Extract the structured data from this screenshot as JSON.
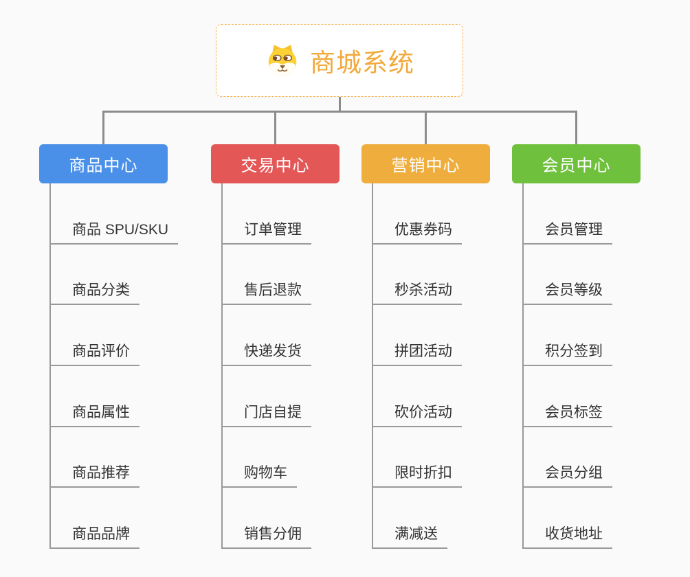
{
  "root": {
    "title": "商城系统",
    "icon": "dog-face-icon"
  },
  "branches": [
    {
      "label": "商品中心",
      "color": "#4A90E8",
      "children": [
        "商品 SPU/SKU",
        "商品分类",
        "商品评价",
        "商品属性",
        "商品推荐",
        "商品品牌"
      ]
    },
    {
      "label": "交易中心",
      "color": "#E45757",
      "children": [
        "订单管理",
        "售后退款",
        "快递发货",
        "门店自提",
        "购物车",
        "销售分佣"
      ]
    },
    {
      "label": "营销中心",
      "color": "#EEAD3C",
      "children": [
        "优惠券码",
        "秒杀活动",
        "拼团活动",
        "砍价活动",
        "限时折扣",
        "满减送"
      ]
    },
    {
      "label": "会员中心",
      "color": "#6FC13D",
      "children": [
        "会员管理",
        "会员等级",
        "积分签到",
        "会员标签",
        "会员分组",
        "收货地址"
      ]
    }
  ],
  "colors": {
    "background": "#FAFAFA",
    "connector": "#8C8C8C",
    "leaf_line": "#999999",
    "leaf_text": "#333333",
    "root_accent": "#F2A93C",
    "root_border": "#F6B352"
  }
}
